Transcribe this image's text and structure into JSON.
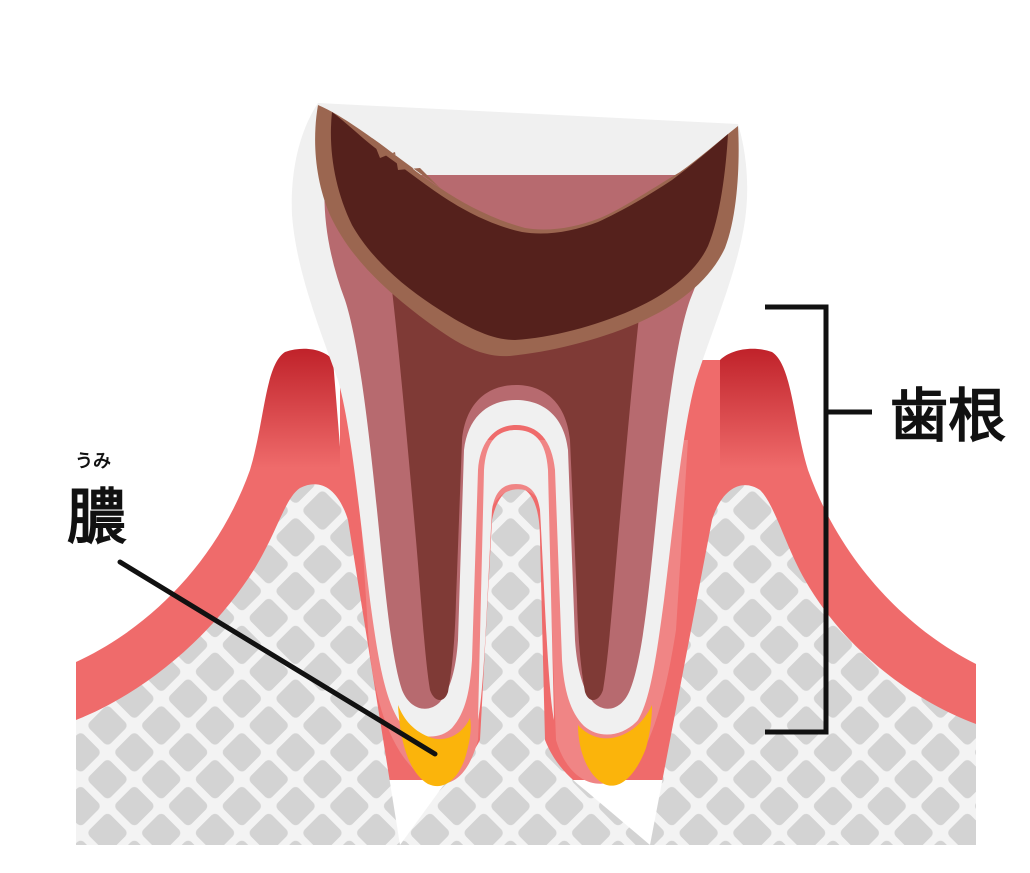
{
  "labels": {
    "pus": {
      "text": "膿",
      "ruby": "うみ"
    },
    "root": {
      "text": "歯根"
    }
  },
  "colors": {
    "background": "#ffffff",
    "bone": "#d3d3d3",
    "bone_grid": "#f3f3f3",
    "gum_light": "#ef6b6b",
    "gum_dark": "#c0222a",
    "gum_inner": "#f08585",
    "enamel": "#f0f0f0",
    "dentin": "#b76a6f",
    "pulp": "#7f3a36",
    "decay_rim": "#9b6650",
    "decay": "#55211c",
    "pus": "#fbb40b",
    "line": "#111111"
  }
}
